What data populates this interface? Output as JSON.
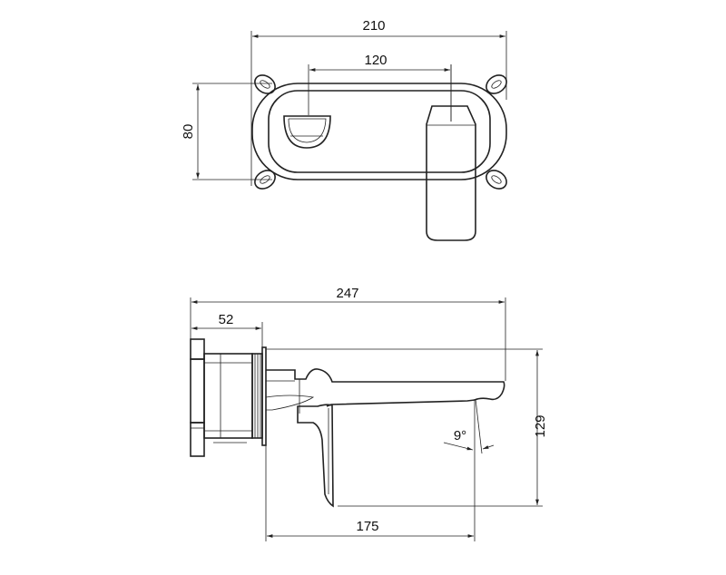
{
  "top_view": {
    "overall_width": "210",
    "center_distance": "120",
    "height": "80"
  },
  "side_view": {
    "overall_length": "247",
    "wall_depth": "52",
    "spout_projection": "175",
    "outlet_height": "129",
    "spout_angle": "9°"
  }
}
